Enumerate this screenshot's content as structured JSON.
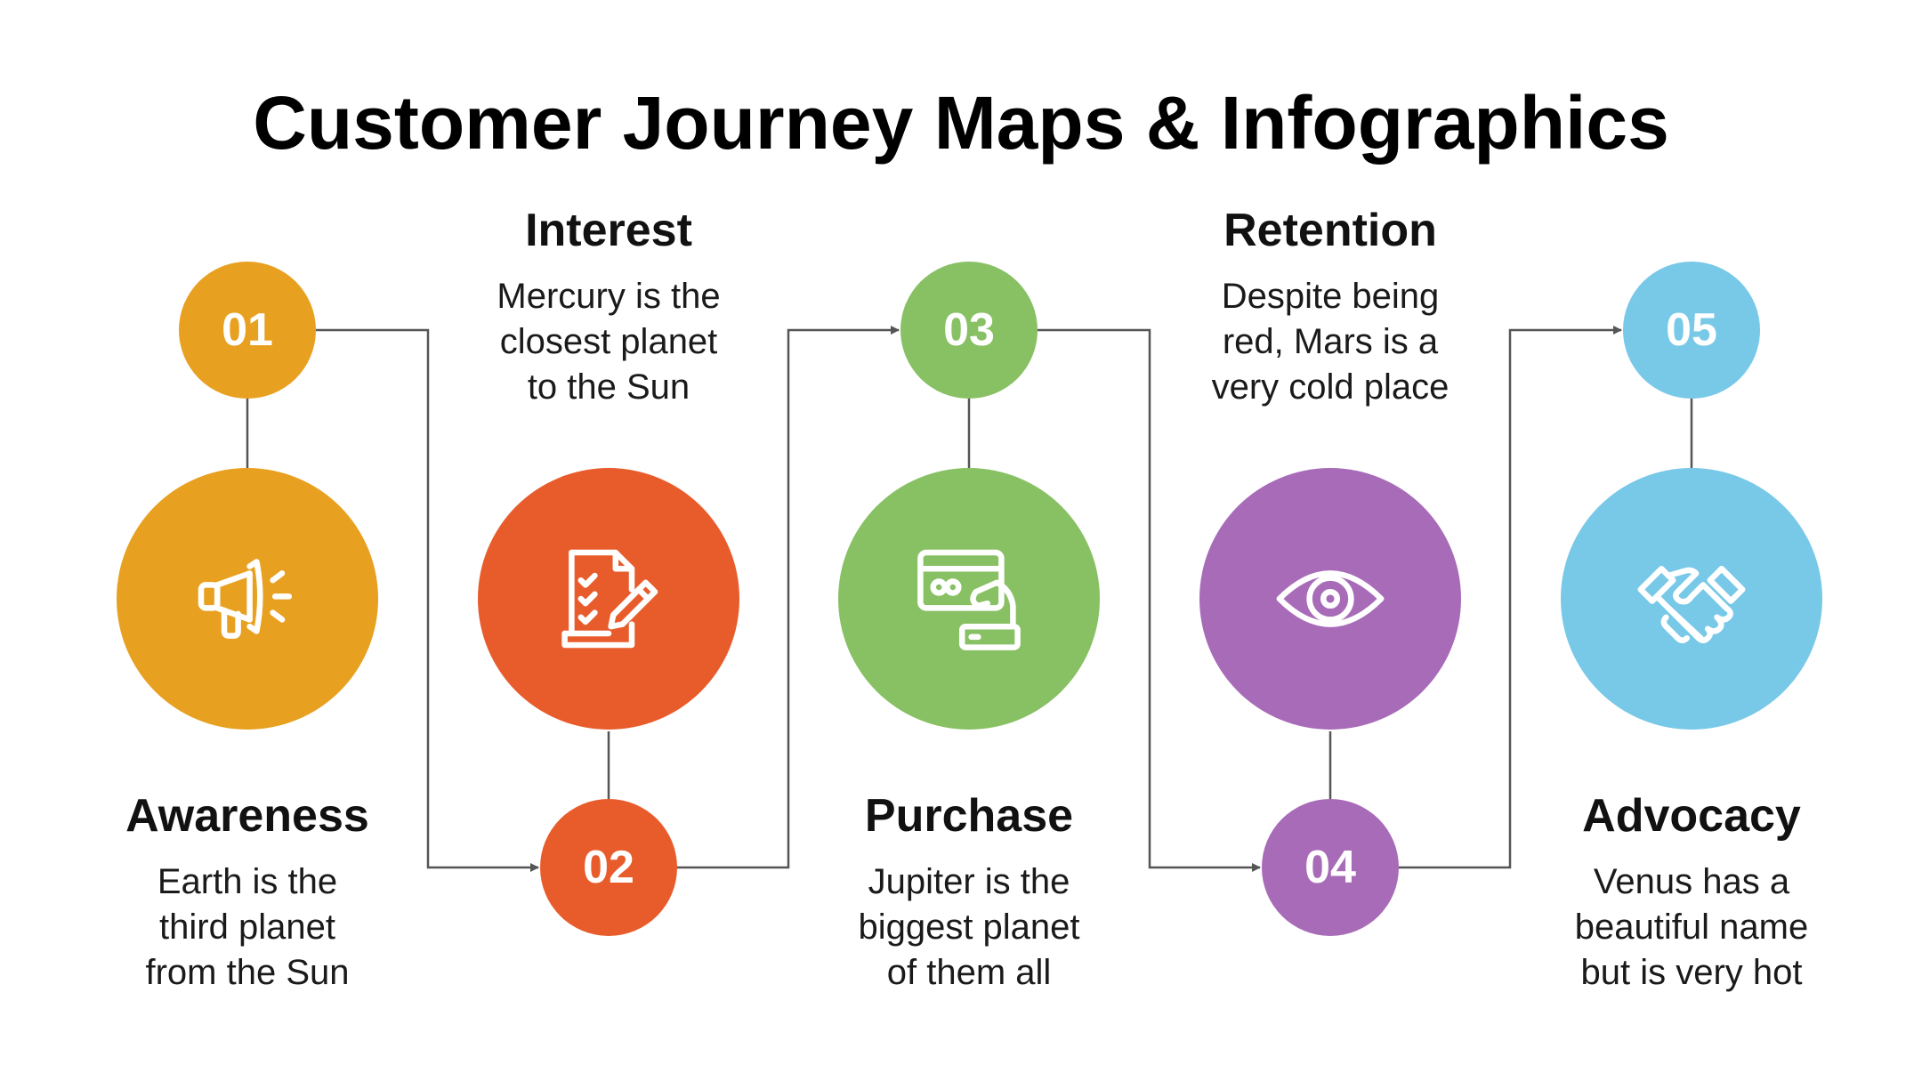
{
  "title": "Customer Journey Maps & Infographics",
  "stages": [
    {
      "number": "01",
      "name": "Awareness",
      "description": "Earth is the\nthird planet\nfrom the Sun",
      "color": "#E8A020",
      "icon": "megaphone-icon"
    },
    {
      "number": "02",
      "name": "Interest",
      "description": "Mercury is the\nclosest planet\nto the Sun",
      "color": "#E85C2C",
      "icon": "checklist-pen-icon"
    },
    {
      "number": "03",
      "name": "Purchase",
      "description": "Jupiter is the\nbiggest planet\nof them all",
      "color": "#88C064",
      "icon": "credit-card-hand-icon"
    },
    {
      "number": "04",
      "name": "Retention",
      "description": "Despite being\nred, Mars is a\nvery cold place",
      "color": "#A86BB8",
      "icon": "eye-icon"
    },
    {
      "number": "05",
      "name": "Advocacy",
      "description": "Venus has a\nbeautiful name\nbut is very hot",
      "color": "#78C8E8",
      "icon": "handshake-icon"
    }
  ],
  "connector_color": "#555555"
}
